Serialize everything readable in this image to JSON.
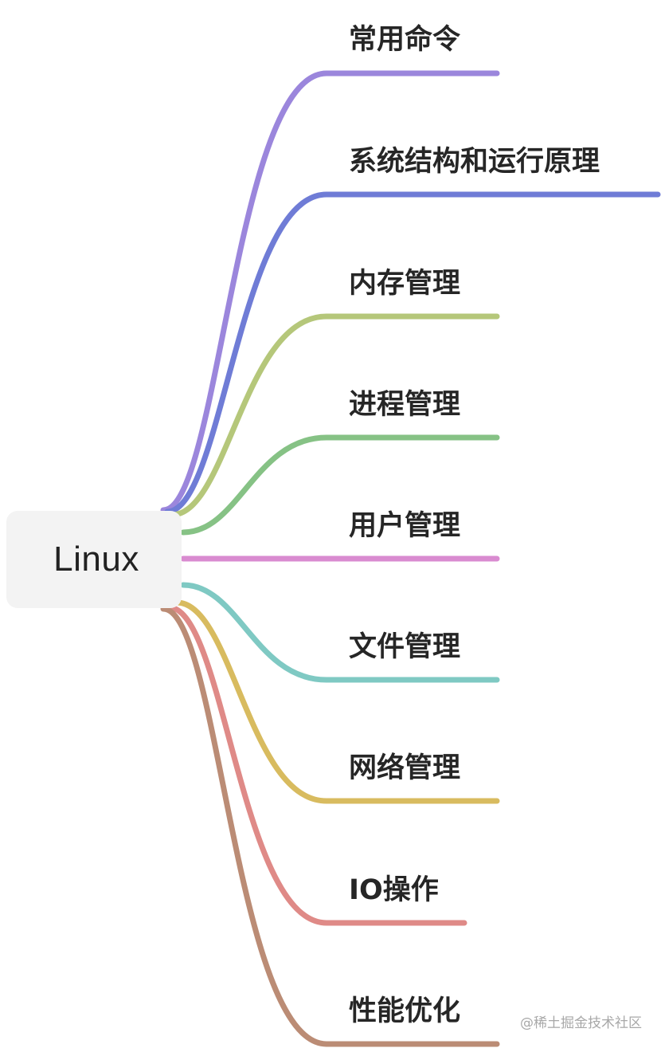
{
  "root": {
    "label": "Linux"
  },
  "branches": [
    {
      "label": "常用命令",
      "color": "#9b86dc"
    },
    {
      "label": "系统结构和运行原理",
      "color": "#6f7cd6"
    },
    {
      "label": "内存管理",
      "color": "#b5c77a"
    },
    {
      "label": "进程管理",
      "color": "#86c285"
    },
    {
      "label": "用户管理",
      "color": "#d98bd0"
    },
    {
      "label": "文件管理",
      "color": "#7fc9c3"
    },
    {
      "label": "网络管理",
      "color": "#d8bb5f"
    },
    {
      "label": "IO操作",
      "color": "#df8a87"
    },
    {
      "label": "性能优化",
      "color": "#bb8c75"
    }
  ],
  "watermark": "@稀土掘金技术社区"
}
